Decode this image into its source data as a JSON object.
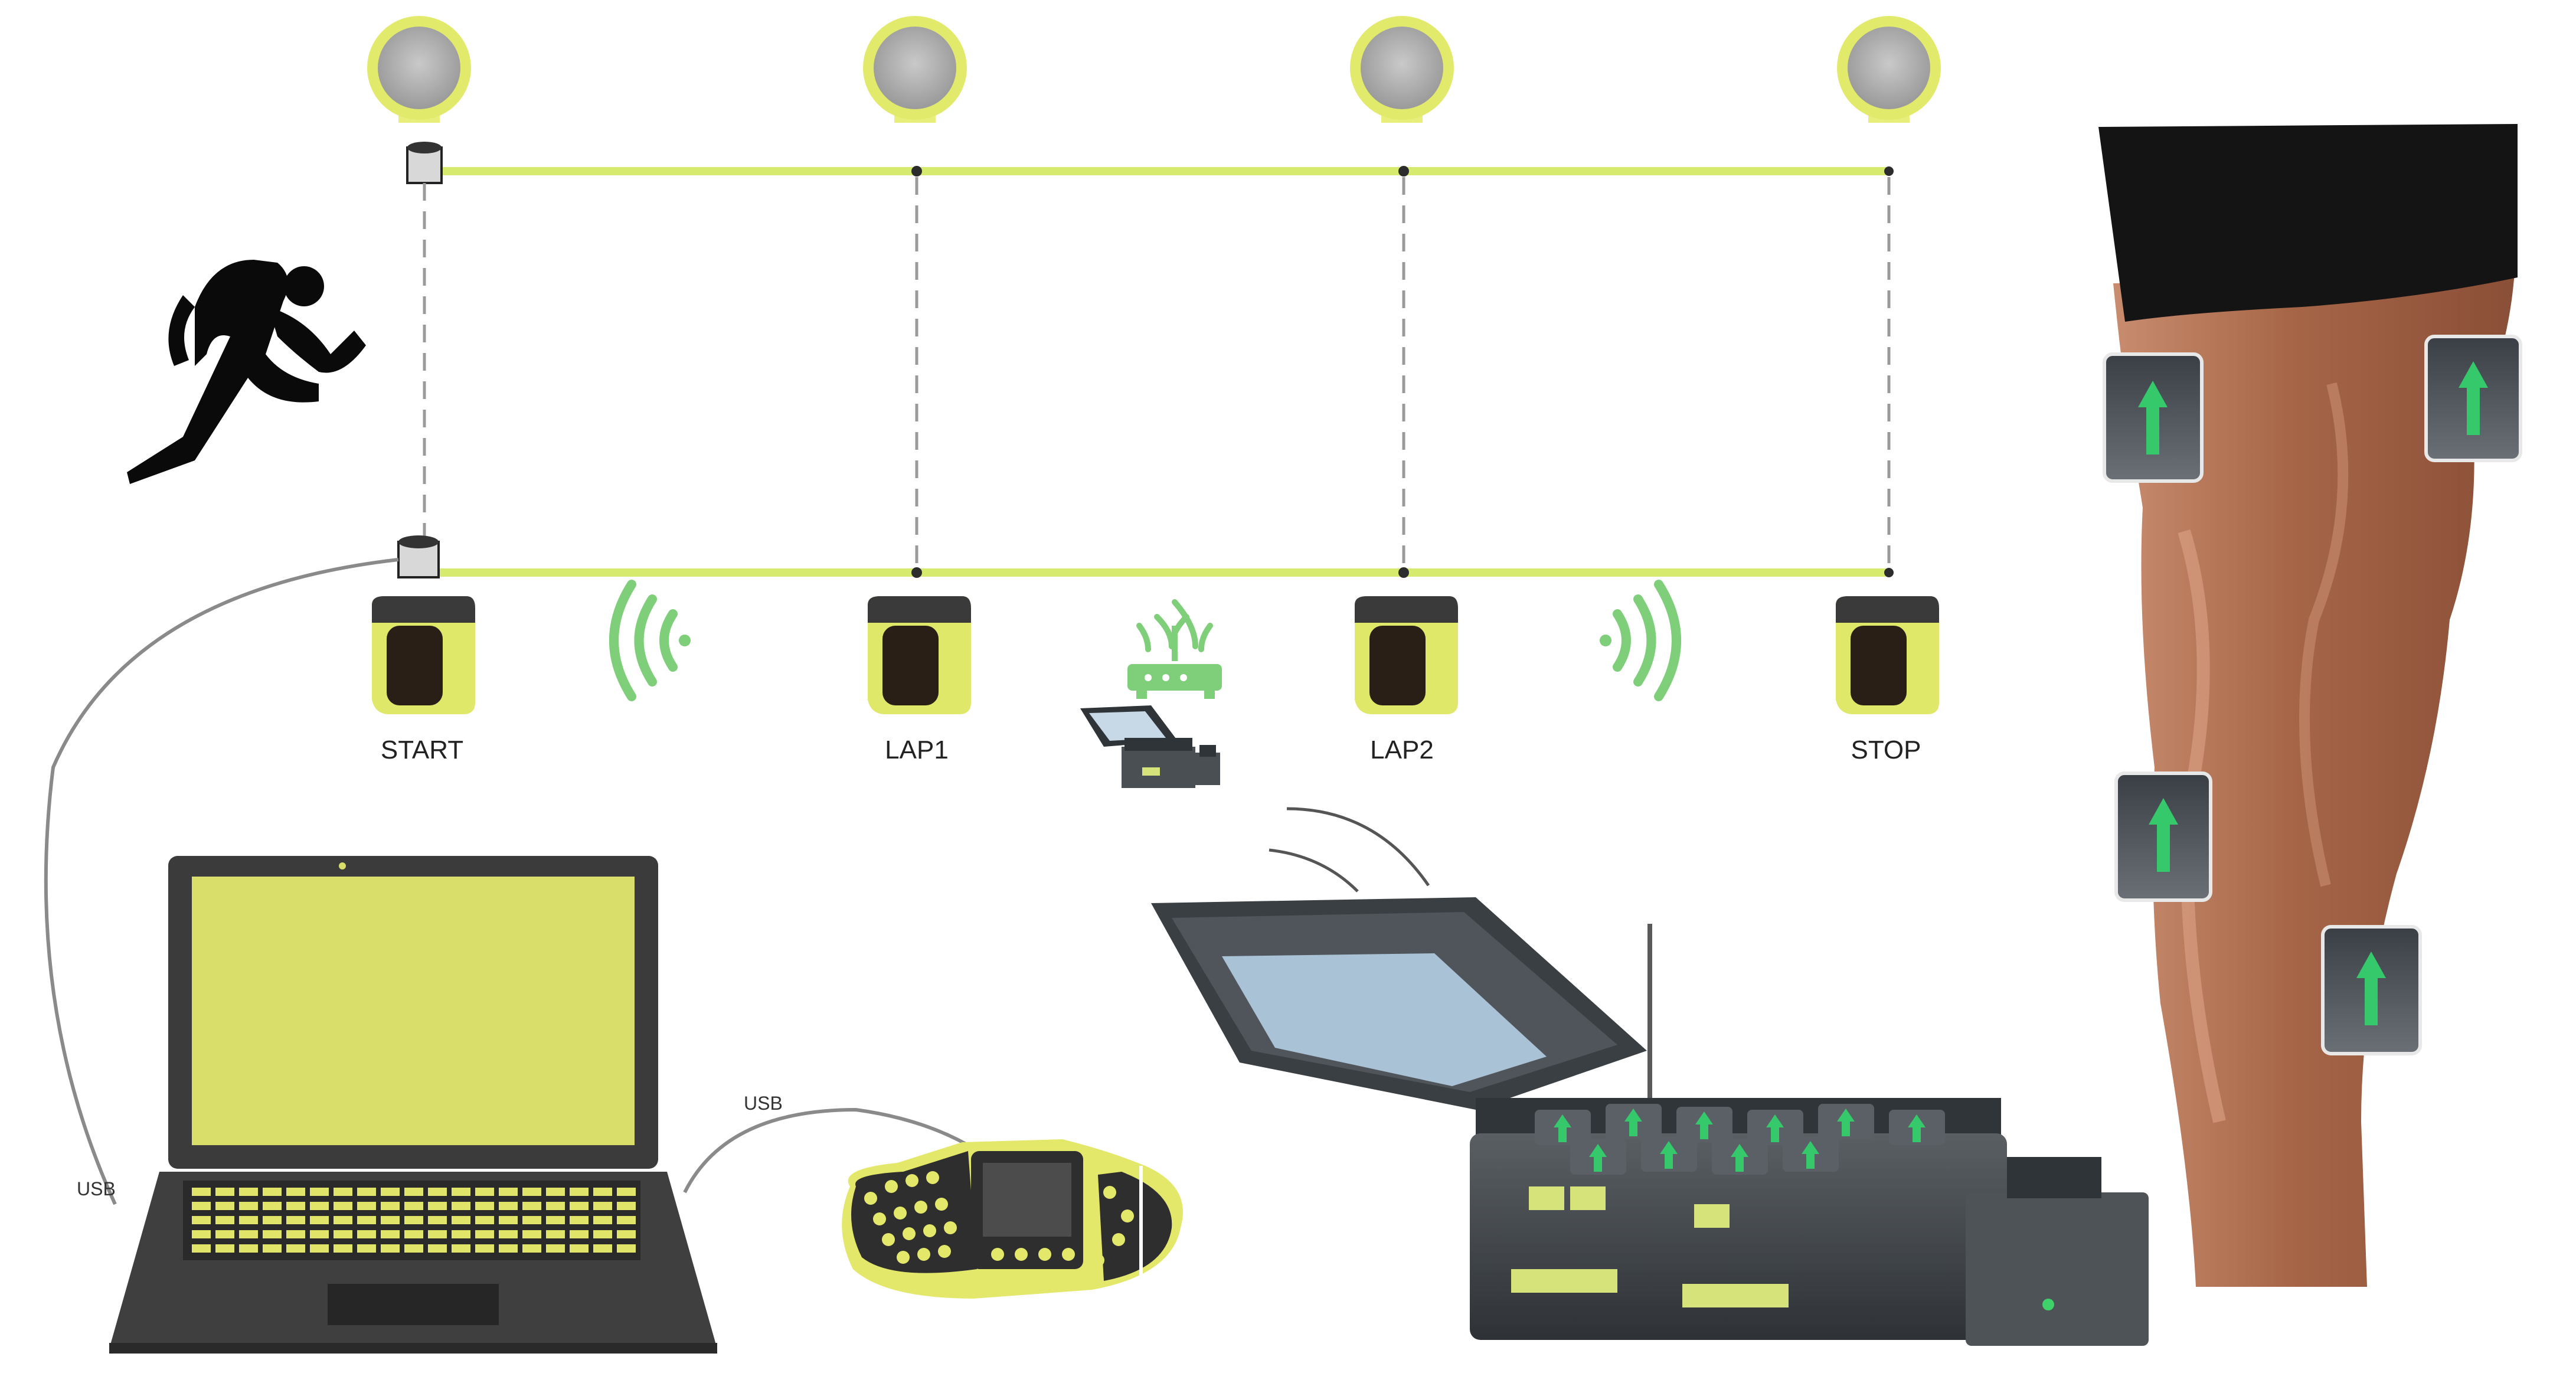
{
  "gates": [
    {
      "id": "start",
      "label": "START"
    },
    {
      "id": "lap1",
      "label": "LAP1"
    },
    {
      "id": "lap2",
      "label": "LAP2"
    },
    {
      "id": "stop",
      "label": "STOP"
    }
  ],
  "cables": {
    "laptop_usb_label": "USB",
    "handheld_usb_label": "USB"
  },
  "colors": {
    "accent_green": "#d6ea6e",
    "laptop_screen": "#d9de6a",
    "signal_green": "#7fcf7a",
    "sensor_arrow": "#35c96c",
    "skin": "#a86a4f"
  },
  "icons": {
    "runner": "runner-icon",
    "wifi_left": "signal-waves-left-icon",
    "wifi_right": "signal-waves-right-icon",
    "router": "router-icon"
  }
}
